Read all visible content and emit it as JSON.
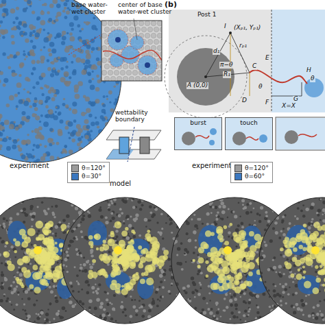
{
  "diagram": {
    "nodes": [
      {
        "text": [
          "burst"
        ]
      },
      {
        "text": [
          "touch"
        ]
      }
    ],
    "labels": [
      "base water-wet cluster",
      "center of base water-wet cluster",
      "wettability boundary",
      "(b)",
      "Post 1",
      "A (0,0)",
      "I",
      "(Xₚ₁, Yₚ₁)",
      "d₁",
      "π−θ",
      "R₁",
      "C",
      "D",
      "E",
      "F",
      "θ",
      "rₚ₁",
      "H",
      "G",
      "θ",
      "X=X",
      "experiment",
      "model",
      "experiment"
    ],
    "legend": [
      {
        "text": "θ=120°",
        "color": "#9a9a9a"
      },
      {
        "text": "θ=30°",
        "color": "#3b78c0"
      },
      {
        "text": "θ=120°",
        "color": "#9a9a9a"
      },
      {
        "text": "θ=60°",
        "color": "#3b78c0"
      }
    ]
  }
}
